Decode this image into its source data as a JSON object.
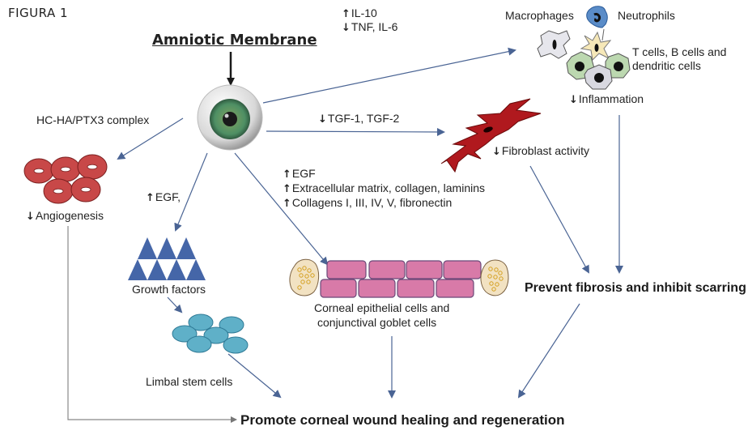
{
  "figure_label": "FIGURA 1",
  "source": "Amniotic Membrane",
  "colors": {
    "arrow": "#4a6494",
    "black_arrow": "#1a1a1a",
    "rbc": "#c84848",
    "rbc_stroke": "#7a1f1f",
    "growth_factor": "#4566a8",
    "stem_cell": "#5fb0c8",
    "epithelial": "#d87aa8",
    "goblet": "#f2e2c2",
    "fibroblast": "#b0191e",
    "iris": "#4e8f64"
  },
  "cytokines": [
    {
      "direction": "up",
      "glyph": "↑",
      "text": "IL-10"
    },
    {
      "direction": "down",
      "glyph": "↓",
      "text": "TNF, IL-6"
    }
  ],
  "immune": {
    "macrophages": "Macrophages",
    "neutrophils": "Neutrophils",
    "lymphocytes_line1": "T cells, B cells and",
    "lymphocytes_line2": "dendritic cells",
    "inflammation": {
      "direction": "down",
      "glyph": "↓",
      "text": "Inflammation"
    }
  },
  "hc_ha": "HC-HA/PTX3 complex",
  "angiogenesis": {
    "direction": "down",
    "glyph": "↓",
    "text": "Angiogenesis"
  },
  "tgf": {
    "direction": "down",
    "glyph": "↓",
    "text": "TGF-1, TGF-2"
  },
  "fibroblast": {
    "direction": "down",
    "glyph": "↓",
    "text": "Fibroblast activity"
  },
  "egf_left": {
    "direction": "up",
    "glyph": "↑",
    "text": "EGF,"
  },
  "epithelial_factors": [
    {
      "direction": "up",
      "glyph": "↑",
      "text": "EGF"
    },
    {
      "direction": "up",
      "glyph": "↑",
      "text": "Extracellular matrix, collagen, laminins"
    },
    {
      "direction": "up",
      "glyph": "↑",
      "text": "Collagens I, III, IV, V, fibronectin"
    }
  ],
  "growth_factors": "Growth factors",
  "limbal": "Limbal stem cells",
  "epithelial_line1": "Corneal epithelial cells and",
  "epithelial_line2": "conjunctival goblet cells",
  "prevent": "Prevent fibrosis and  inhibit scarring",
  "promote": "Promote corneal wound healing and regeneration"
}
